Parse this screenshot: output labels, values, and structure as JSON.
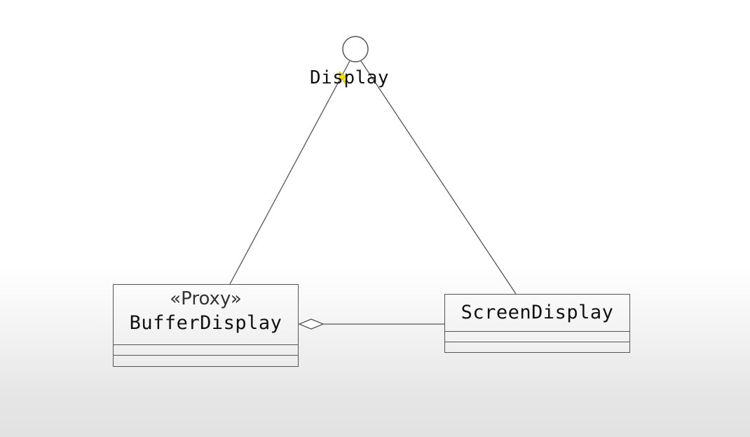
{
  "diagram": {
    "interface": {
      "name": "Display"
    },
    "classes": {
      "buffer_display": {
        "stereotype": "«Proxy»",
        "name": "BufferDisplay"
      },
      "screen_display": {
        "name": "ScreenDisplay"
      }
    },
    "relations": [
      {
        "kind": "realization",
        "from": "BufferDisplay",
        "to": "Display"
      },
      {
        "kind": "realization",
        "from": "ScreenDisplay",
        "to": "Display"
      },
      {
        "kind": "aggregation",
        "whole": "BufferDisplay",
        "part": "ScreenDisplay"
      }
    ],
    "colors": {
      "line": "#555555",
      "text": "#111111",
      "cursor_highlight": "#f5e600"
    }
  }
}
